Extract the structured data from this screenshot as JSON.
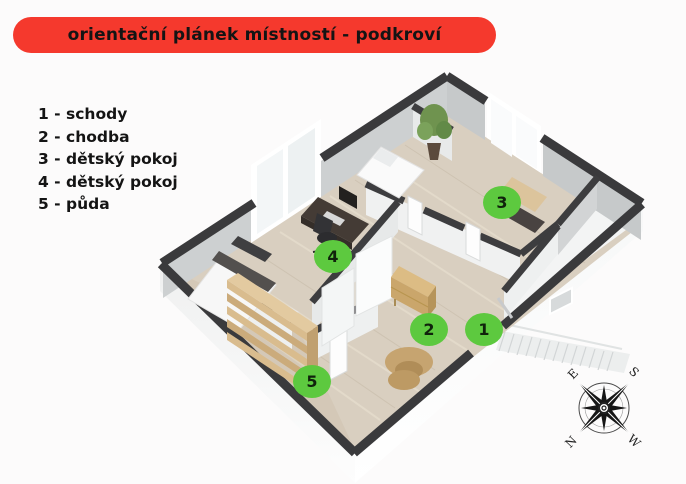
{
  "banner": {
    "title": "orientační plánek místností - podkroví",
    "bg_color": "#f5392d"
  },
  "legend": {
    "items": [
      {
        "number": "1",
        "room": "schody",
        "text": "1 - schody"
      },
      {
        "number": "2",
        "room": "chodba",
        "text": "2 - chodba"
      },
      {
        "number": "3",
        "room": "dětský pokoj",
        "text": "3 - dětský pokoj"
      },
      {
        "number": "4",
        "room": "dětský pokoj",
        "text": "4 - dětský pokoj"
      },
      {
        "number": "5",
        "room": "půda",
        "text": "5 - půda"
      }
    ]
  },
  "floorplan": {
    "marker_color": "#5dc93f",
    "markers": [
      {
        "number": "1",
        "room": "schody"
      },
      {
        "number": "2",
        "room": "chodba"
      },
      {
        "number": "3",
        "room": "dětský pokoj"
      },
      {
        "number": "4",
        "room": "dětský pokoj"
      },
      {
        "number": "5",
        "room": "půda"
      }
    ],
    "colors": {
      "wall_cap": "#3a3a3c",
      "wall_face_gray": "#cbced0",
      "wall_face_white": "#f0f1f1",
      "floor_wood": "#d9cfc0",
      "furniture_wood": "#c9a871",
      "exterior_band": "#ffffff"
    }
  },
  "compass": {
    "letters": [
      {
        "letter": "E"
      },
      {
        "letter": "S"
      },
      {
        "letter": "N"
      },
      {
        "letter": "W"
      }
    ]
  }
}
